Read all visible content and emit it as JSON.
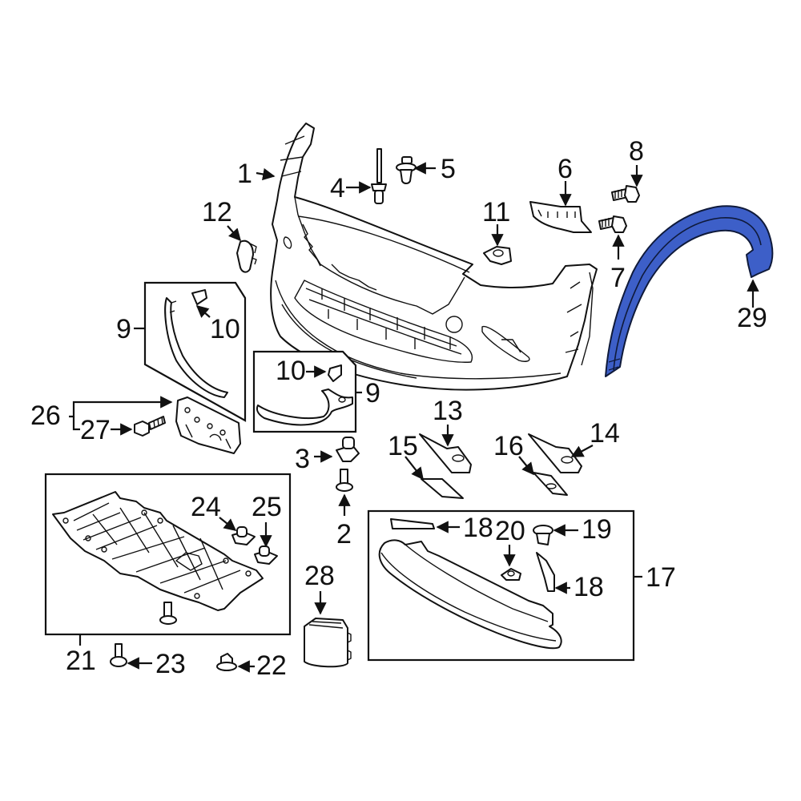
{
  "diagram": {
    "title": "Front Bumper & Grille Components",
    "highlight_color": "#3d5fc8",
    "line_color": "#111111",
    "background": "#ffffff",
    "highlighted_part": "29"
  },
  "callouts": {
    "c1": "1",
    "c2": "2",
    "c3": "3",
    "c4": "4",
    "c5": "5",
    "c6": "6",
    "c7": "7",
    "c8": "8",
    "c9a": "9",
    "c9b": "9",
    "c10a": "10",
    "c10b": "10",
    "c11": "11",
    "c12": "12",
    "c13": "13",
    "c14": "14",
    "c15": "15",
    "c16": "16",
    "c17": "17",
    "c18a": "18",
    "c18b": "18",
    "c19": "19",
    "c20": "20",
    "c21": "21",
    "c22": "22",
    "c23": "23",
    "c24": "24",
    "c25": "25",
    "c26": "26",
    "c27": "27",
    "c28": "28",
    "c29": "29"
  },
  "parts": [
    {
      "num": "1",
      "name": "bumper-cover"
    },
    {
      "num": "2",
      "name": "bolt"
    },
    {
      "num": "3",
      "name": "nut-clip"
    },
    {
      "num": "4",
      "name": "rivet"
    },
    {
      "num": "5",
      "name": "push-clip"
    },
    {
      "num": "6",
      "name": "side-bracket"
    },
    {
      "num": "7",
      "name": "bolt"
    },
    {
      "num": "8",
      "name": "bolt"
    },
    {
      "num": "9",
      "name": "molding-trim"
    },
    {
      "num": "10",
      "name": "clip"
    },
    {
      "num": "11",
      "name": "nut-clip"
    },
    {
      "num": "12",
      "name": "bracket-guide"
    },
    {
      "num": "13",
      "name": "bracket"
    },
    {
      "num": "14",
      "name": "bracket"
    },
    {
      "num": "15",
      "name": "seal"
    },
    {
      "num": "16",
      "name": "seal"
    },
    {
      "num": "17",
      "name": "energy-absorber-assembly"
    },
    {
      "num": "18",
      "name": "absorber-insert"
    },
    {
      "num": "19",
      "name": "retainer"
    },
    {
      "num": "20",
      "name": "nut-clip"
    },
    {
      "num": "21",
      "name": "splash-shield"
    },
    {
      "num": "22",
      "name": "retainer"
    },
    {
      "num": "23",
      "name": "bolt"
    },
    {
      "num": "24",
      "name": "nut-clip"
    },
    {
      "num": "25",
      "name": "nut-clip"
    },
    {
      "num": "26",
      "name": "side-support-bracket"
    },
    {
      "num": "27",
      "name": "screw"
    },
    {
      "num": "28",
      "name": "sensor-module"
    },
    {
      "num": "29",
      "name": "wheel-opening-molding"
    }
  ]
}
